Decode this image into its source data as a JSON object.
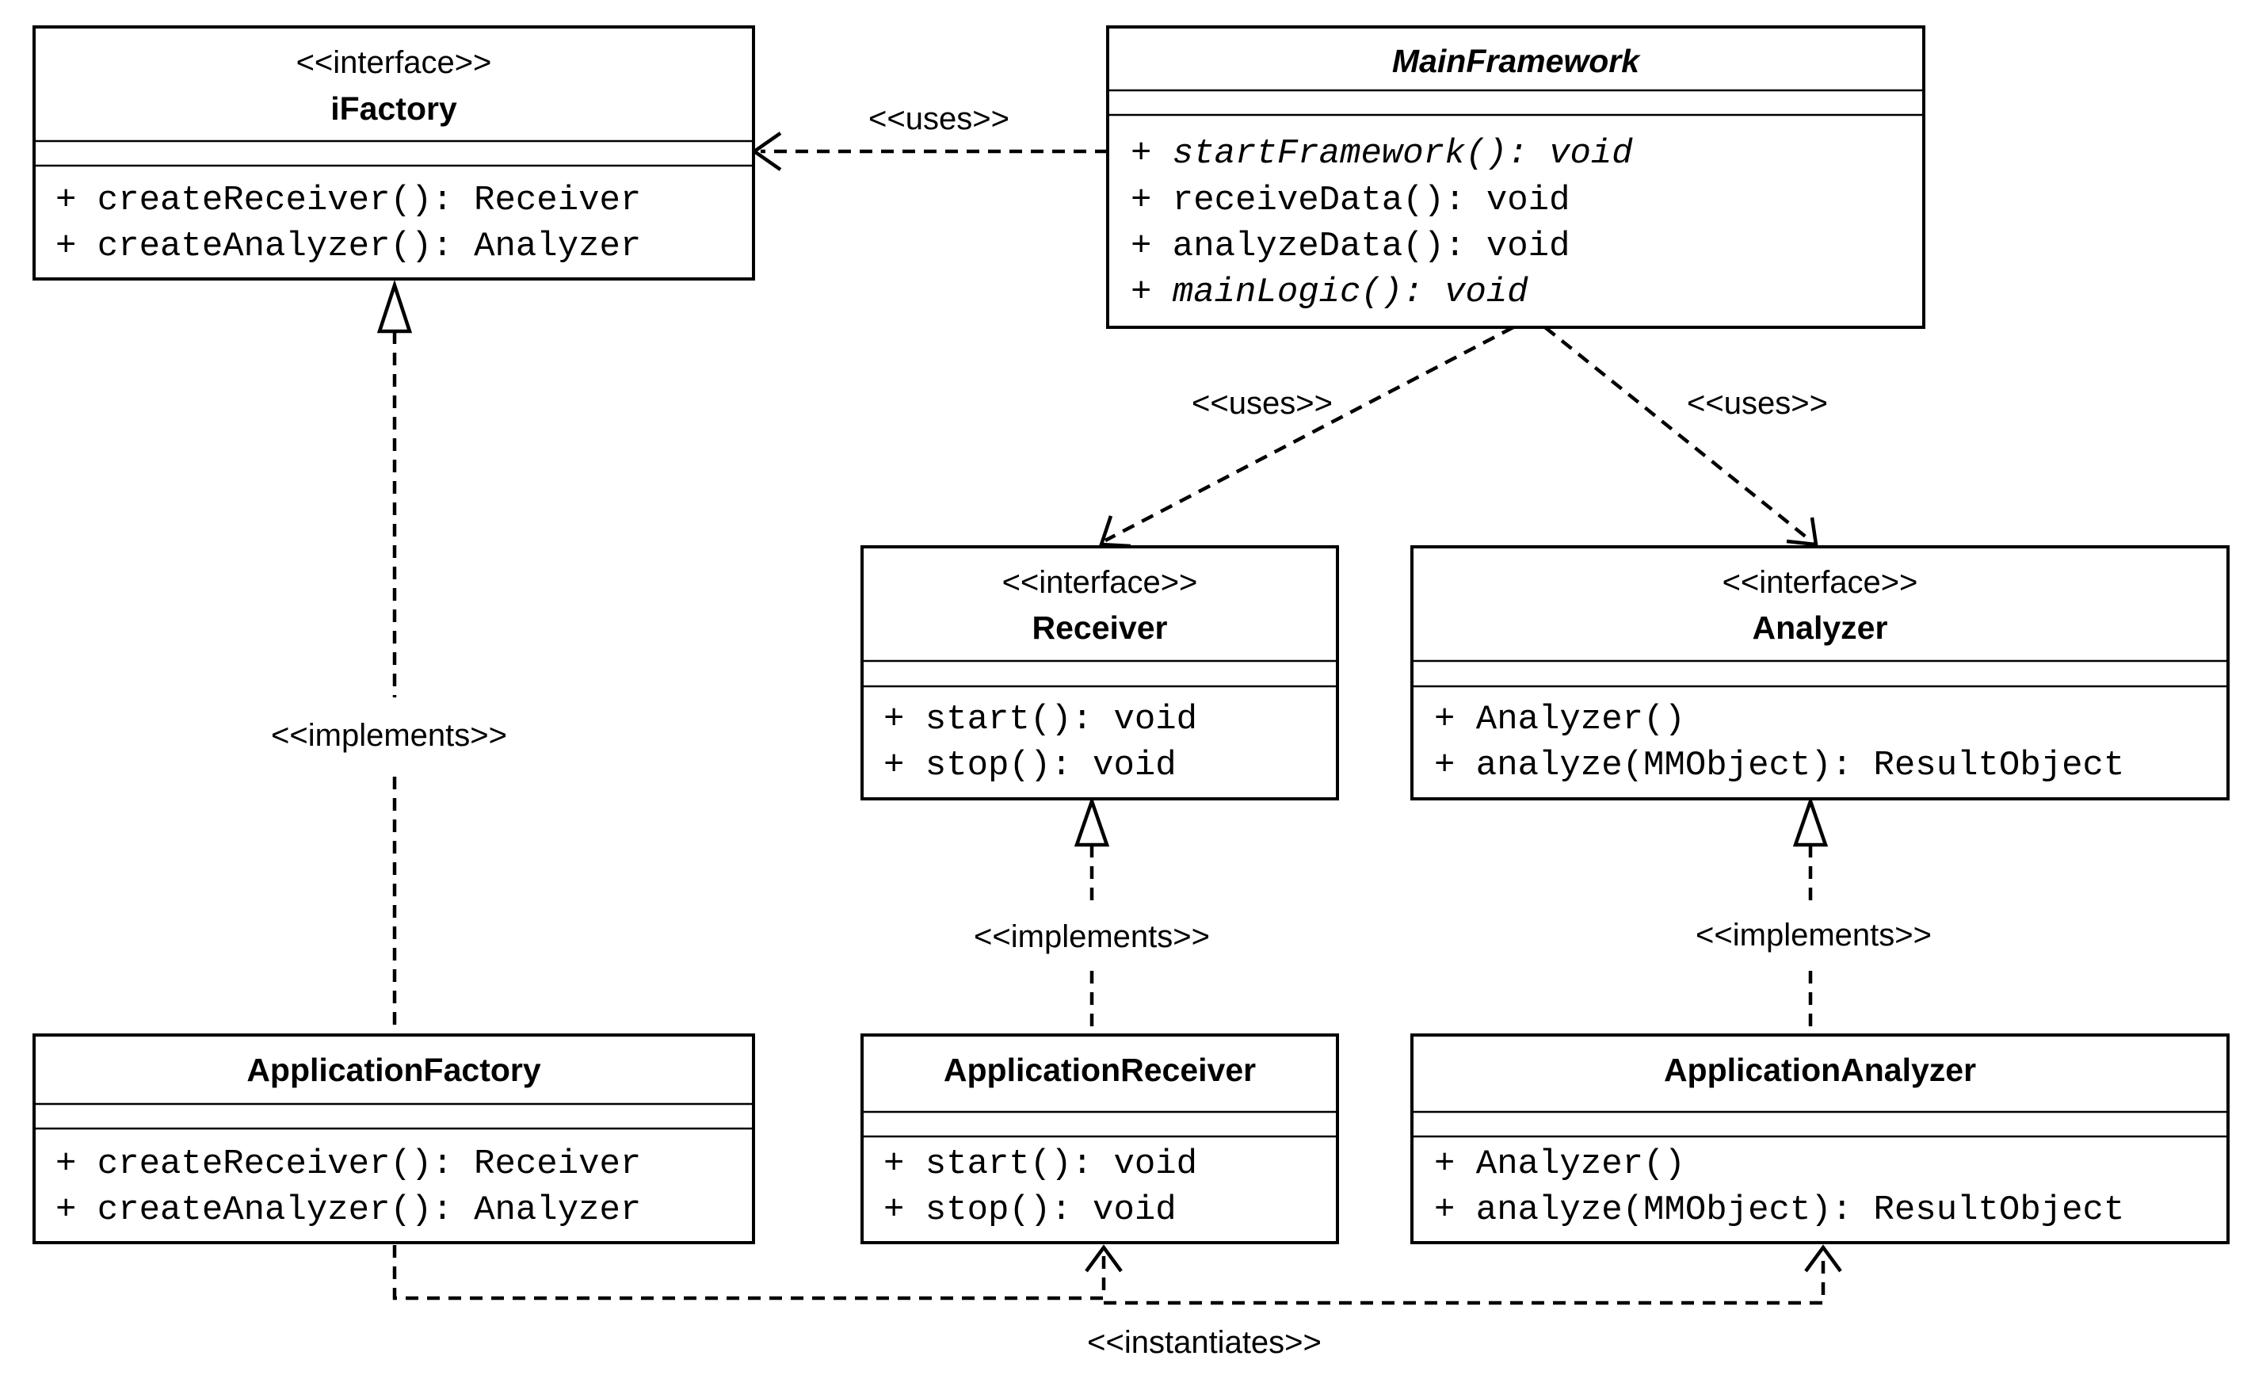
{
  "classes": {
    "ifactory": {
      "stereotype": "<<interface>>",
      "name": "iFactory",
      "methods": [
        "+ createReceiver(): Receiver",
        "+ createAnalyzer(): Analyzer"
      ]
    },
    "main_framework": {
      "name": "MainFramework",
      "methods": [
        "+ startFramework(): void",
        "+ receiveData(): void",
        "+ analyzeData(): void",
        "+ mainLogic(): void"
      ]
    },
    "receiver": {
      "stereotype": "<<interface>>",
      "name": "Receiver",
      "methods": [
        "+ start(): void",
        "+ stop(): void"
      ]
    },
    "analyzer": {
      "stereotype": "<<interface>>",
      "name": "Analyzer",
      "methods": [
        "+ Analyzer()",
        "+ analyze(MMObject): ResultObject"
      ]
    },
    "application_factory": {
      "name": "ApplicationFactory",
      "methods": [
        "+ createReceiver(): Receiver",
        "+ createAnalyzer(): Analyzer"
      ]
    },
    "application_receiver": {
      "name": "ApplicationReceiver",
      "methods": [
        "+ start(): void",
        "+ stop(): void"
      ]
    },
    "application_analyzer": {
      "name": "ApplicationAnalyzer",
      "methods": [
        "+ Analyzer()",
        "+ analyze(MMObject): ResultObject"
      ]
    }
  },
  "relations": {
    "uses_ifactory": "<<uses>>",
    "uses_receiver": "<<uses>>",
    "uses_analyzer": "<<uses>>",
    "implements_factory": "<<implements>>",
    "implements_receiver": "<<implements>>",
    "implements_analyzer": "<<implements>>",
    "instantiates": "<<instantiates>>"
  }
}
